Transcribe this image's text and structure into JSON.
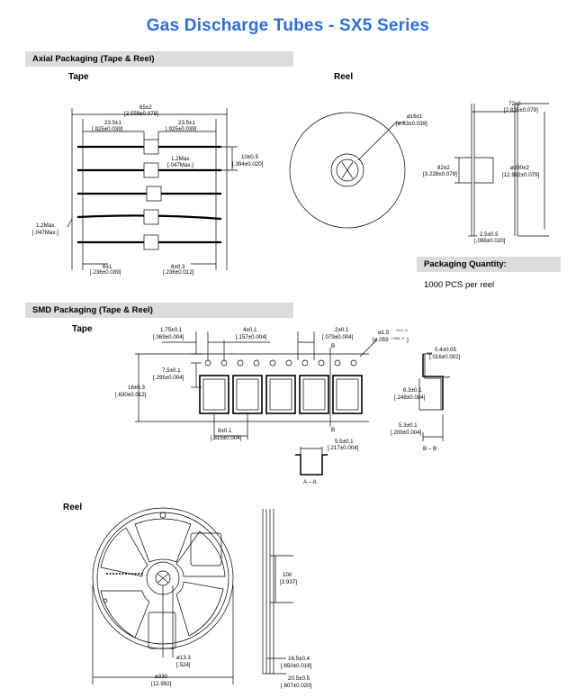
{
  "title": "Gas Discharge Tubes - SX5 Series",
  "axial": {
    "header": "Axial Packaging (Tape & Reel)",
    "tape_label": "Tape",
    "reel_label": "Reel",
    "dims": {
      "overall_a": "65±2",
      "overall_b": "[2.559±0.079]",
      "lead_left_a": "23.5±1",
      "lead_left_b": "[.925±0.039]",
      "lead_right_a": "23.5±1",
      "lead_right_b": "[.925±0.039]",
      "body_off_a": "1.2Max.",
      "body_off_b": "[.047Max.]",
      "pitch_a": "10±0.5",
      "pitch_b": "[.394±0.020]",
      "lead_bend_a": "1.2Max.",
      "lead_bend_b": "[.047Max.]",
      "tape_l_a": "6±1",
      "tape_l_b": "[.236±0.039]",
      "tape_r_a": "6±0.3",
      "tape_r_b": "[.236±0.012]",
      "hub_a": "ø16±1",
      "hub_b": "[ø.63±0.039]",
      "hub_dia_a": "82±2",
      "hub_dia_b": "[3.228±0.079]",
      "reel_w_a": "72±2",
      "reel_w_b": "[2.835±0.079]",
      "reel_dia_a": "ø330±2",
      "reel_dia_b": "[12.992±0.079]",
      "flange_a": "2.5±0.5",
      "flange_b": "[.098±0.020]"
    },
    "packaging_header": "Packaging Quantity:",
    "packaging_qty": "1000 PCS per reel"
  },
  "smd": {
    "header": "SMD Packaging (Tape & Reel)",
    "tape_label": "Tape",
    "reel_label": "Reel",
    "dims": {
      "edge_a": "1.75±0.1",
      "edge_b": "[.069±0.004]",
      "sprocket_a": "4±0.1",
      "sprocket_b": "[.157±0.004]",
      "hole_off_a": "2±0.1",
      "hole_off_b": "[.079±0.004]",
      "hole_dia_a": "ø1.5",
      "hole_dia_tol": "+0.1 -0",
      "hole_dia_b": "[ø.059",
      "hole_dia_btol": "+.004 -0",
      "hole_dia_end": "]",
      "section_b": "B",
      "center_a": "7.5±0.1",
      "center_b": "[.295±0.004]",
      "width_a": "16±0.3",
      "width_b": "[.630±0.012]",
      "pocket_pitch_a": "8±0.1",
      "pocket_pitch_b": "[.315±0.004]",
      "pocket_w_a": "5.5±0.1",
      "pocket_w_b": "[.217±0.004]",
      "section_aa": "A – A",
      "thick_a": "0.4±0.05",
      "thick_b": "[.016±0.002]",
      "depth_a": "6.3±0.1",
      "depth_b": "[.248±0.004]",
      "width2_a": "5.3±0.1",
      "width2_b": "[.209±0.004]",
      "section_bb": "B – B",
      "hub_a": "ø13.3",
      "hub_b": "[.524]",
      "reel_dia_a": "ø330",
      "reel_dia_b": "[12.992]",
      "hub_len_a": "100",
      "hub_len_b": "[3.937]",
      "w1_a": "16.5±0.4",
      "w1_b": "[.650±0.016]",
      "w2_a": "20.5±0.5",
      "w2_b": "[.807±0.020]"
    }
  }
}
